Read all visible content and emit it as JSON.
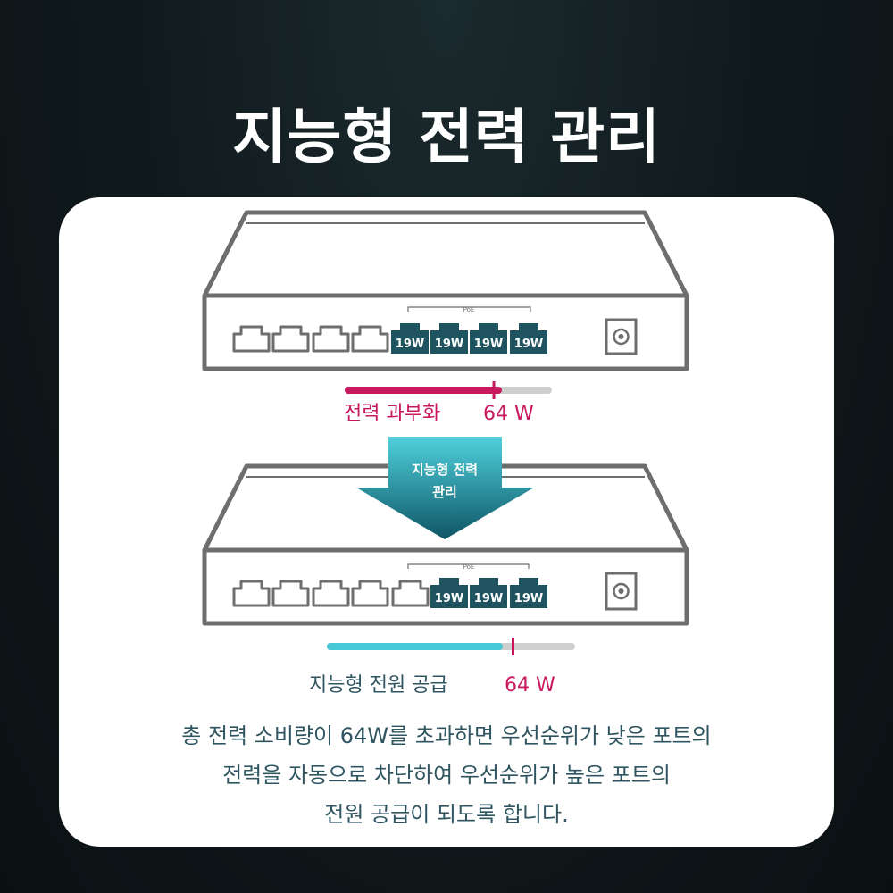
{
  "title": "지능형 전력 관리",
  "switch_top": {
    "poe_label": "PoE",
    "port_labels": [
      "19W",
      "19W",
      "19W",
      "19W"
    ],
    "bar_label": "전력 과부화",
    "bar_value": "64 W",
    "bar_fill_fraction": 0.76,
    "bar_marker_fraction": 0.72
  },
  "arrow_label": [
    "지능형 전력",
    "관리"
  ],
  "switch_bottom": {
    "poe_label": "PoE",
    "port_labels": [
      "19W",
      "19W",
      "19W"
    ],
    "bar_label": "지능형 전원 공급",
    "bar_value": "64 W",
    "bar_fill_fraction": 0.71,
    "bar_marker_fraction": 0.75
  },
  "description": [
    "총 전력 소비량이 64W를 초과하면 우선순위가 낮은 포트의",
    "전력을 자동으로 차단하여 우선순위가 높은 포트의",
    "전원 공급이 되도록 합니다."
  ],
  "colors": {
    "background": "#0f181b",
    "card": "#ffffff",
    "outline": "#6e6e6e",
    "poe_port": "#1f5360",
    "overload": "#c8195e",
    "supply": "#46c8d6",
    "bar_track": "#cfcfcf",
    "description_text": "#2f5560",
    "arrow_top": "#4fd0dc",
    "arrow_bottom": "#0e5565"
  }
}
